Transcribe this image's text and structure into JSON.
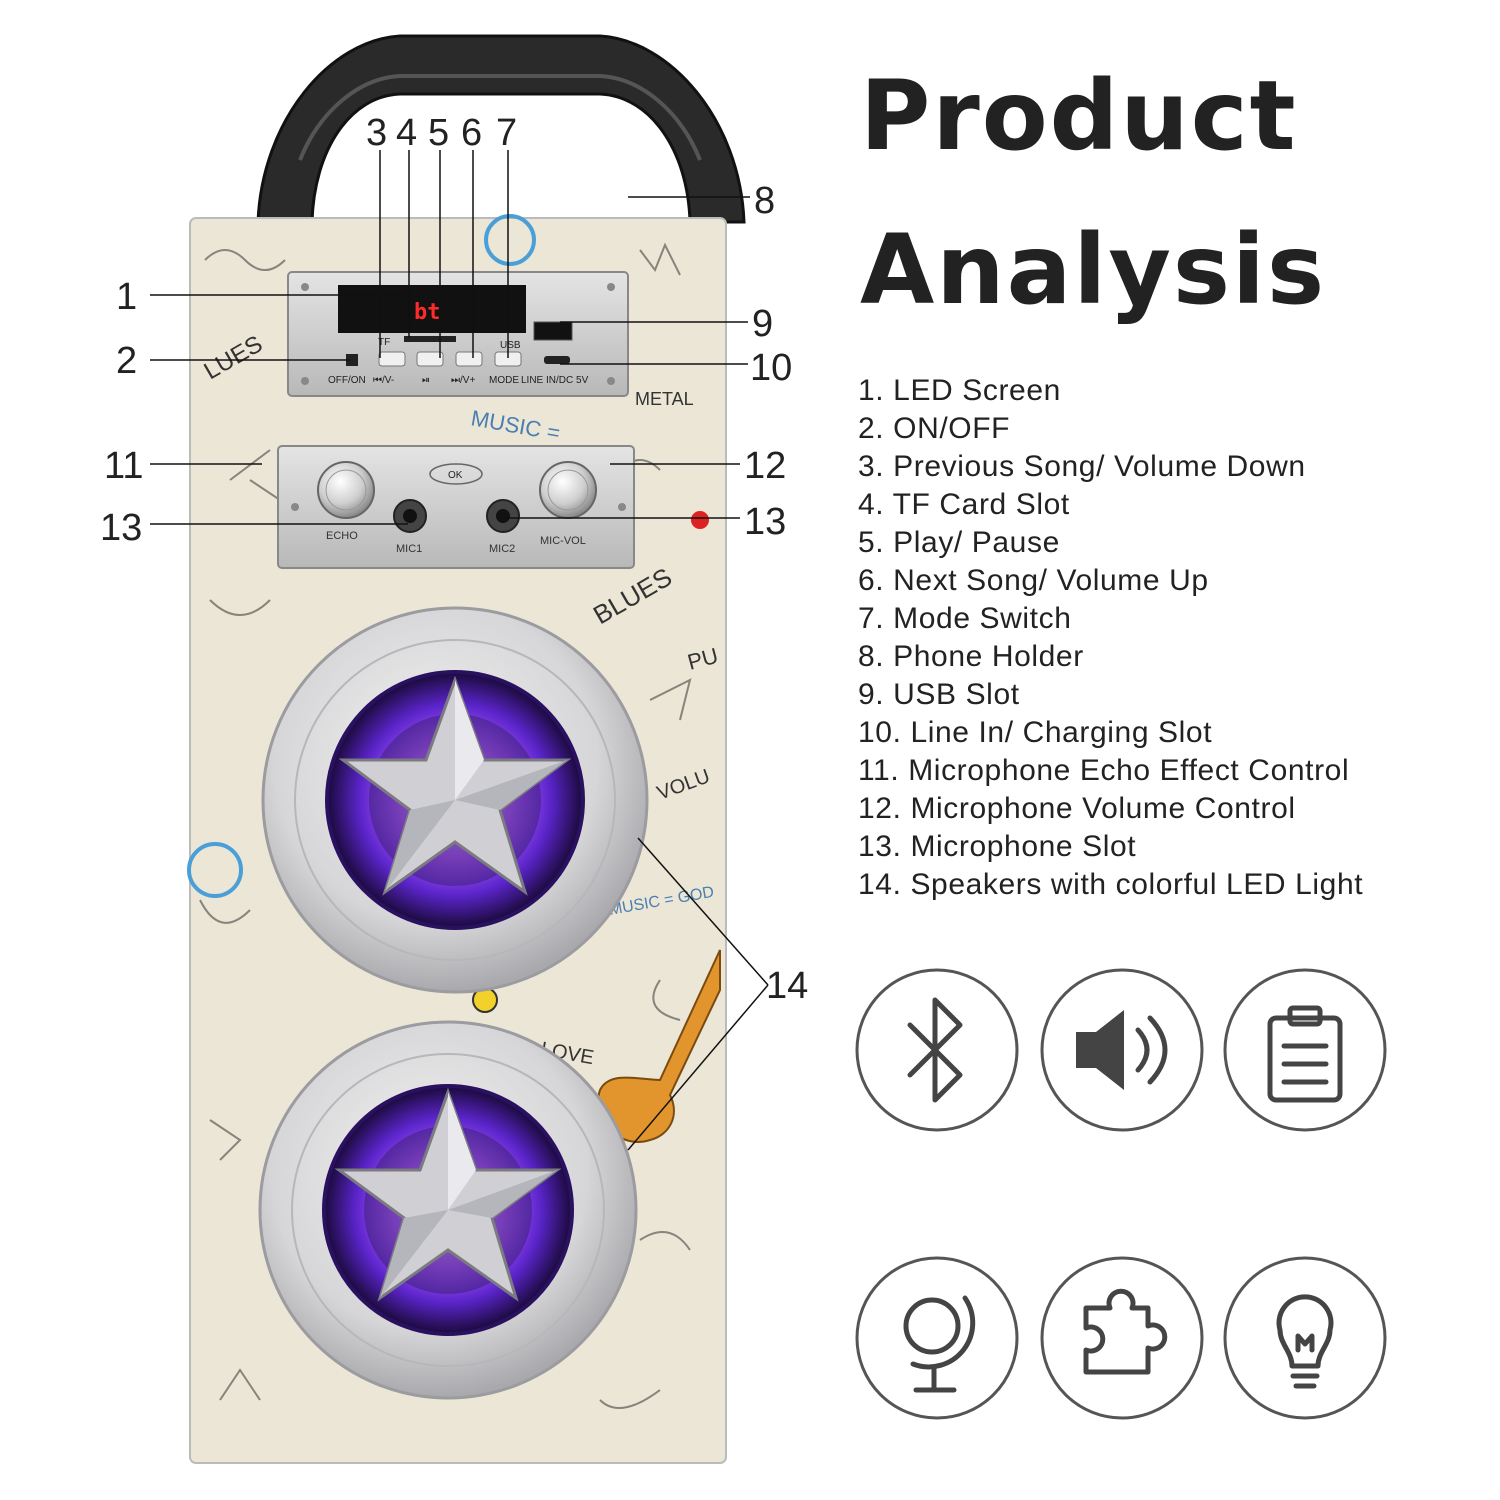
{
  "title": {
    "line1": "Product",
    "line2": "Analysis"
  },
  "features": [
    "1. LED Screen",
    "2. ON/OFF",
    "3. Previous Song/ Volume Down",
    "4. TF Card Slot",
    "5. Play/ Pause",
    "6. Next Song/ Volume Up",
    "7. Mode Switch",
    "8. Phone Holder",
    "9. USB Slot",
    "10. Line In/ Charging Slot",
    "11. Microphone Echo Effect Control",
    "12. Microphone Volume Control",
    "13. Microphone Slot",
    "14. Speakers with colorful LED Light"
  ],
  "callouts": {
    "c1": "1",
    "c2": "2",
    "c3": "3",
    "c4": "4",
    "c5": "5",
    "c6": "6",
    "c7": "7",
    "c8": "8",
    "c9": "9",
    "c10": "10",
    "c11": "11",
    "c12": "12",
    "c13_left": "13",
    "c13_right": "13",
    "c14": "14"
  },
  "panel": {
    "display": "bt",
    "off_on": "OFF/ON",
    "prev": "⏮/V-",
    "play": "⏯",
    "next": "⏭/V+",
    "mode": "MODE",
    "line_in": "LINE IN/DC 5V",
    "tf": "TF",
    "usb": "USB"
  },
  "mic_panel": {
    "echo": "ECHO",
    "mic1": "MIC1",
    "mic2": "MIC2",
    "mic_vol": "MIC-VOL",
    "logo": "OK"
  },
  "doodles": [
    "MUSIC =",
    "BLUES",
    "LUES",
    "MUSIC = GOD",
    "VOLU",
    "METAL",
    "PU",
    "LOVE"
  ],
  "icons": [
    "bluetooth-icon",
    "speaker-icon",
    "clipboard-icon",
    "globe-icon",
    "puzzle-icon",
    "lightbulb-icon"
  ],
  "colors": {
    "cabinet": "#ebe6d6",
    "led_glow": "#7a3cff",
    "led_display": "#ff2a2a",
    "panel": "#c9c9c9"
  }
}
